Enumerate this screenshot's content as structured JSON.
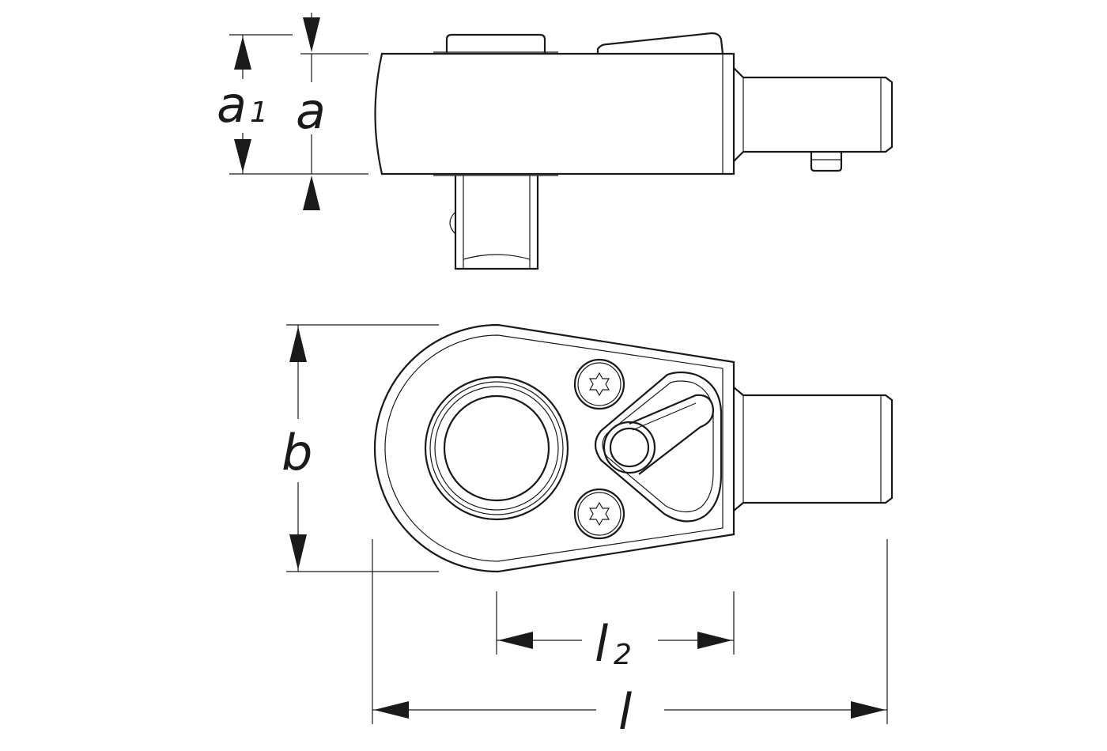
{
  "labels": {
    "a1_main": "a",
    "a1_sub": "1",
    "a": "a",
    "b": "b",
    "l2_main": "l",
    "l2_sub": "2",
    "l": "l"
  },
  "colors": {
    "line": "#1a1a1a",
    "background": "#ffffff"
  }
}
